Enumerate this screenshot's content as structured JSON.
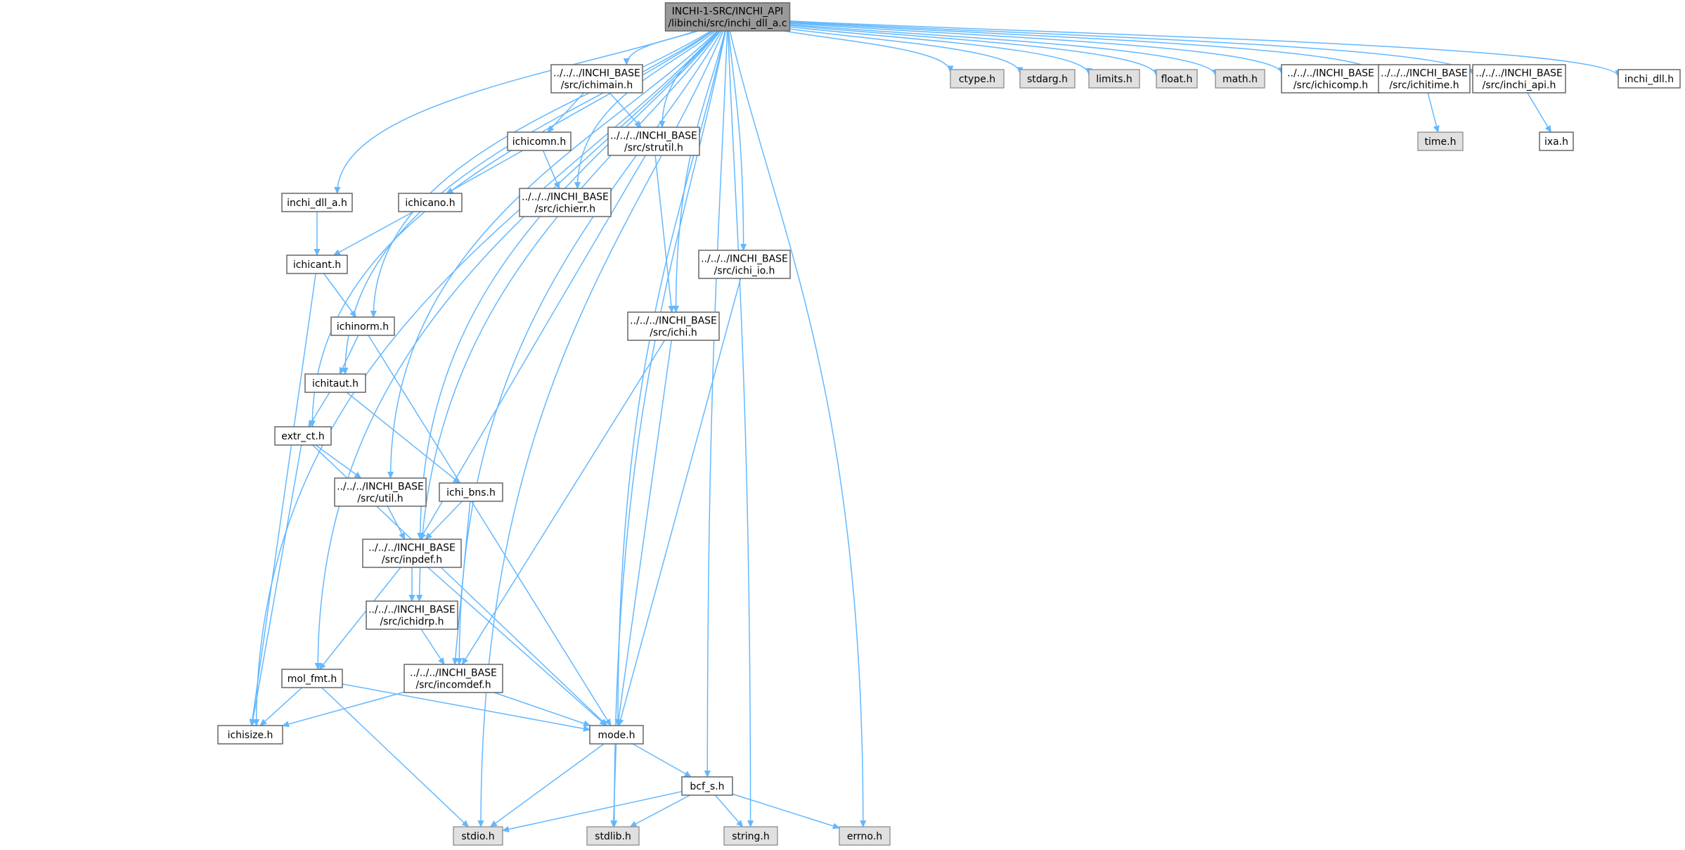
{
  "colors": {
    "edge": "#63b8ff",
    "root_fill": "#999999",
    "system_fill": "#e0e0e0",
    "border": "#666666"
  },
  "nodes": [
    {
      "id": "root",
      "lines": [
        "INCHI-1-SRC/INCHI_API",
        "/libinchi/src/inchi_dll_a.c"
      ],
      "kind": "root"
    },
    {
      "id": "ichimain",
      "lines": [
        "../../../INCHI_BASE",
        "/src/ichimain.h"
      ],
      "kind": "project"
    },
    {
      "id": "ctype",
      "lines": [
        "ctype.h"
      ],
      "kind": "system"
    },
    {
      "id": "stdarg",
      "lines": [
        "stdarg.h"
      ],
      "kind": "system"
    },
    {
      "id": "limits",
      "lines": [
        "limits.h"
      ],
      "kind": "system"
    },
    {
      "id": "float",
      "lines": [
        "float.h"
      ],
      "kind": "system"
    },
    {
      "id": "math",
      "lines": [
        "math.h"
      ],
      "kind": "system"
    },
    {
      "id": "ichicomp",
      "lines": [
        "../../../INCHI_BASE",
        "/src/ichicomp.h"
      ],
      "kind": "project"
    },
    {
      "id": "ichitime",
      "lines": [
        "../../../INCHI_BASE",
        "/src/ichitime.h"
      ],
      "kind": "project"
    },
    {
      "id": "inchi_api",
      "lines": [
        "../../../INCHI_BASE",
        "/src/inchi_api.h"
      ],
      "kind": "project"
    },
    {
      "id": "inchi_dll",
      "lines": [
        "inchi_dll.h"
      ],
      "kind": "project"
    },
    {
      "id": "ichicomn",
      "lines": [
        "ichicomn.h"
      ],
      "kind": "project"
    },
    {
      "id": "strutil",
      "lines": [
        "../../../INCHI_BASE",
        "/src/strutil.h"
      ],
      "kind": "project"
    },
    {
      "id": "time",
      "lines": [
        "time.h"
      ],
      "kind": "system"
    },
    {
      "id": "ixa",
      "lines": [
        "ixa.h"
      ],
      "kind": "project"
    },
    {
      "id": "inchi_dll_a",
      "lines": [
        "inchi_dll_a.h"
      ],
      "kind": "project"
    },
    {
      "id": "ichicano",
      "lines": [
        "ichicano.h"
      ],
      "kind": "project"
    },
    {
      "id": "ichierr",
      "lines": [
        "../../../INCHI_BASE",
        "/src/ichierr.h"
      ],
      "kind": "project"
    },
    {
      "id": "ichicant",
      "lines": [
        "ichicant.h"
      ],
      "kind": "project"
    },
    {
      "id": "ichi_io",
      "lines": [
        "../../../INCHI_BASE",
        "/src/ichi_io.h"
      ],
      "kind": "project"
    },
    {
      "id": "ichinorm",
      "lines": [
        "ichinorm.h"
      ],
      "kind": "project"
    },
    {
      "id": "ichi",
      "lines": [
        "../../../INCHI_BASE",
        "/src/ichi.h"
      ],
      "kind": "project"
    },
    {
      "id": "ichitaut",
      "lines": [
        "ichitaut.h"
      ],
      "kind": "project"
    },
    {
      "id": "extr_ct",
      "lines": [
        "extr_ct.h"
      ],
      "kind": "project"
    },
    {
      "id": "util",
      "lines": [
        "../../../INCHI_BASE",
        "/src/util.h"
      ],
      "kind": "project"
    },
    {
      "id": "ichi_bns",
      "lines": [
        "ichi_bns.h"
      ],
      "kind": "project"
    },
    {
      "id": "inpdef",
      "lines": [
        "../../../INCHI_BASE",
        "/src/inpdef.h"
      ],
      "kind": "project"
    },
    {
      "id": "ichidrp",
      "lines": [
        "../../../INCHI_BASE",
        "/src/ichidrp.h"
      ],
      "kind": "project"
    },
    {
      "id": "mol_fmt",
      "lines": [
        "mol_fmt.h"
      ],
      "kind": "project"
    },
    {
      "id": "incomdef",
      "lines": [
        "../../../INCHI_BASE",
        "/src/incomdef.h"
      ],
      "kind": "project"
    },
    {
      "id": "ichisize",
      "lines": [
        "ichisize.h"
      ],
      "kind": "project"
    },
    {
      "id": "mode",
      "lines": [
        "mode.h"
      ],
      "kind": "project"
    },
    {
      "id": "bcf_s",
      "lines": [
        "bcf_s.h"
      ],
      "kind": "project"
    },
    {
      "id": "stdio",
      "lines": [
        "stdio.h"
      ],
      "kind": "system"
    },
    {
      "id": "stdlib",
      "lines": [
        "stdlib.h"
      ],
      "kind": "system"
    },
    {
      "id": "string",
      "lines": [
        "string.h"
      ],
      "kind": "system"
    },
    {
      "id": "errno",
      "lines": [
        "errno.h"
      ],
      "kind": "system"
    }
  ],
  "edges": [
    [
      "root",
      "ichimain"
    ],
    [
      "root",
      "ctype"
    ],
    [
      "root",
      "stdarg"
    ],
    [
      "root",
      "limits"
    ],
    [
      "root",
      "float"
    ],
    [
      "root",
      "math"
    ],
    [
      "root",
      "ichicomp"
    ],
    [
      "root",
      "ichitime"
    ],
    [
      "root",
      "inchi_api"
    ],
    [
      "root",
      "inchi_dll"
    ],
    [
      "root",
      "strutil"
    ],
    [
      "root",
      "inchi_dll_a"
    ],
    [
      "root",
      "ichierr"
    ],
    [
      "root",
      "ichi_io"
    ],
    [
      "root",
      "ichinorm"
    ],
    [
      "root",
      "ichi"
    ],
    [
      "root",
      "ichitaut"
    ],
    [
      "root",
      "extr_ct"
    ],
    [
      "root",
      "util"
    ],
    [
      "root",
      "inpdef"
    ],
    [
      "root",
      "ichidrp"
    ],
    [
      "root",
      "mol_fmt"
    ],
    [
      "root",
      "incomdef"
    ],
    [
      "root",
      "ichisize"
    ],
    [
      "root",
      "mode"
    ],
    [
      "root",
      "bcf_s"
    ],
    [
      "root",
      "stdio"
    ],
    [
      "root",
      "stdlib"
    ],
    [
      "root",
      "string"
    ],
    [
      "root",
      "errno"
    ],
    [
      "ichimain",
      "ichicomn"
    ],
    [
      "ichimain",
      "strutil"
    ],
    [
      "ichicomn",
      "ichicano"
    ],
    [
      "ichicomn",
      "ichierr"
    ],
    [
      "ichitime",
      "time"
    ],
    [
      "inchi_api",
      "ixa"
    ],
    [
      "inchi_dll_a",
      "ichicant"
    ],
    [
      "ichicano",
      "ichicant"
    ],
    [
      "ichicant",
      "ichinorm"
    ],
    [
      "ichicant",
      "ichisize"
    ],
    [
      "strutil",
      "inpdef"
    ],
    [
      "strutil",
      "ichi"
    ],
    [
      "ichi_io",
      "mode"
    ],
    [
      "ichinorm",
      "ichitaut"
    ],
    [
      "ichinorm",
      "mode"
    ],
    [
      "ichi",
      "incomdef"
    ],
    [
      "ichi",
      "mode"
    ],
    [
      "ichitaut",
      "extr_ct"
    ],
    [
      "ichitaut",
      "ichi_bns"
    ],
    [
      "extr_ct",
      "util"
    ],
    [
      "extr_ct",
      "ichisize"
    ],
    [
      "extr_ct",
      "mode"
    ],
    [
      "util",
      "inpdef"
    ],
    [
      "ichi_bns",
      "inpdef"
    ],
    [
      "ichi_bns",
      "incomdef"
    ],
    [
      "inpdef",
      "ichidrp"
    ],
    [
      "inpdef",
      "mol_fmt"
    ],
    [
      "inpdef",
      "mode"
    ],
    [
      "ichidrp",
      "incomdef"
    ],
    [
      "mol_fmt",
      "ichisize"
    ],
    [
      "mol_fmt",
      "mode"
    ],
    [
      "mol_fmt",
      "stdio"
    ],
    [
      "incomdef",
      "ichisize"
    ],
    [
      "incomdef",
      "mode"
    ],
    [
      "mode",
      "bcf_s"
    ],
    [
      "mode",
      "stdio"
    ],
    [
      "mode",
      "stdlib"
    ],
    [
      "bcf_s",
      "stdio"
    ],
    [
      "bcf_s",
      "stdlib"
    ],
    [
      "bcf_s",
      "string"
    ],
    [
      "bcf_s",
      "errno"
    ]
  ]
}
